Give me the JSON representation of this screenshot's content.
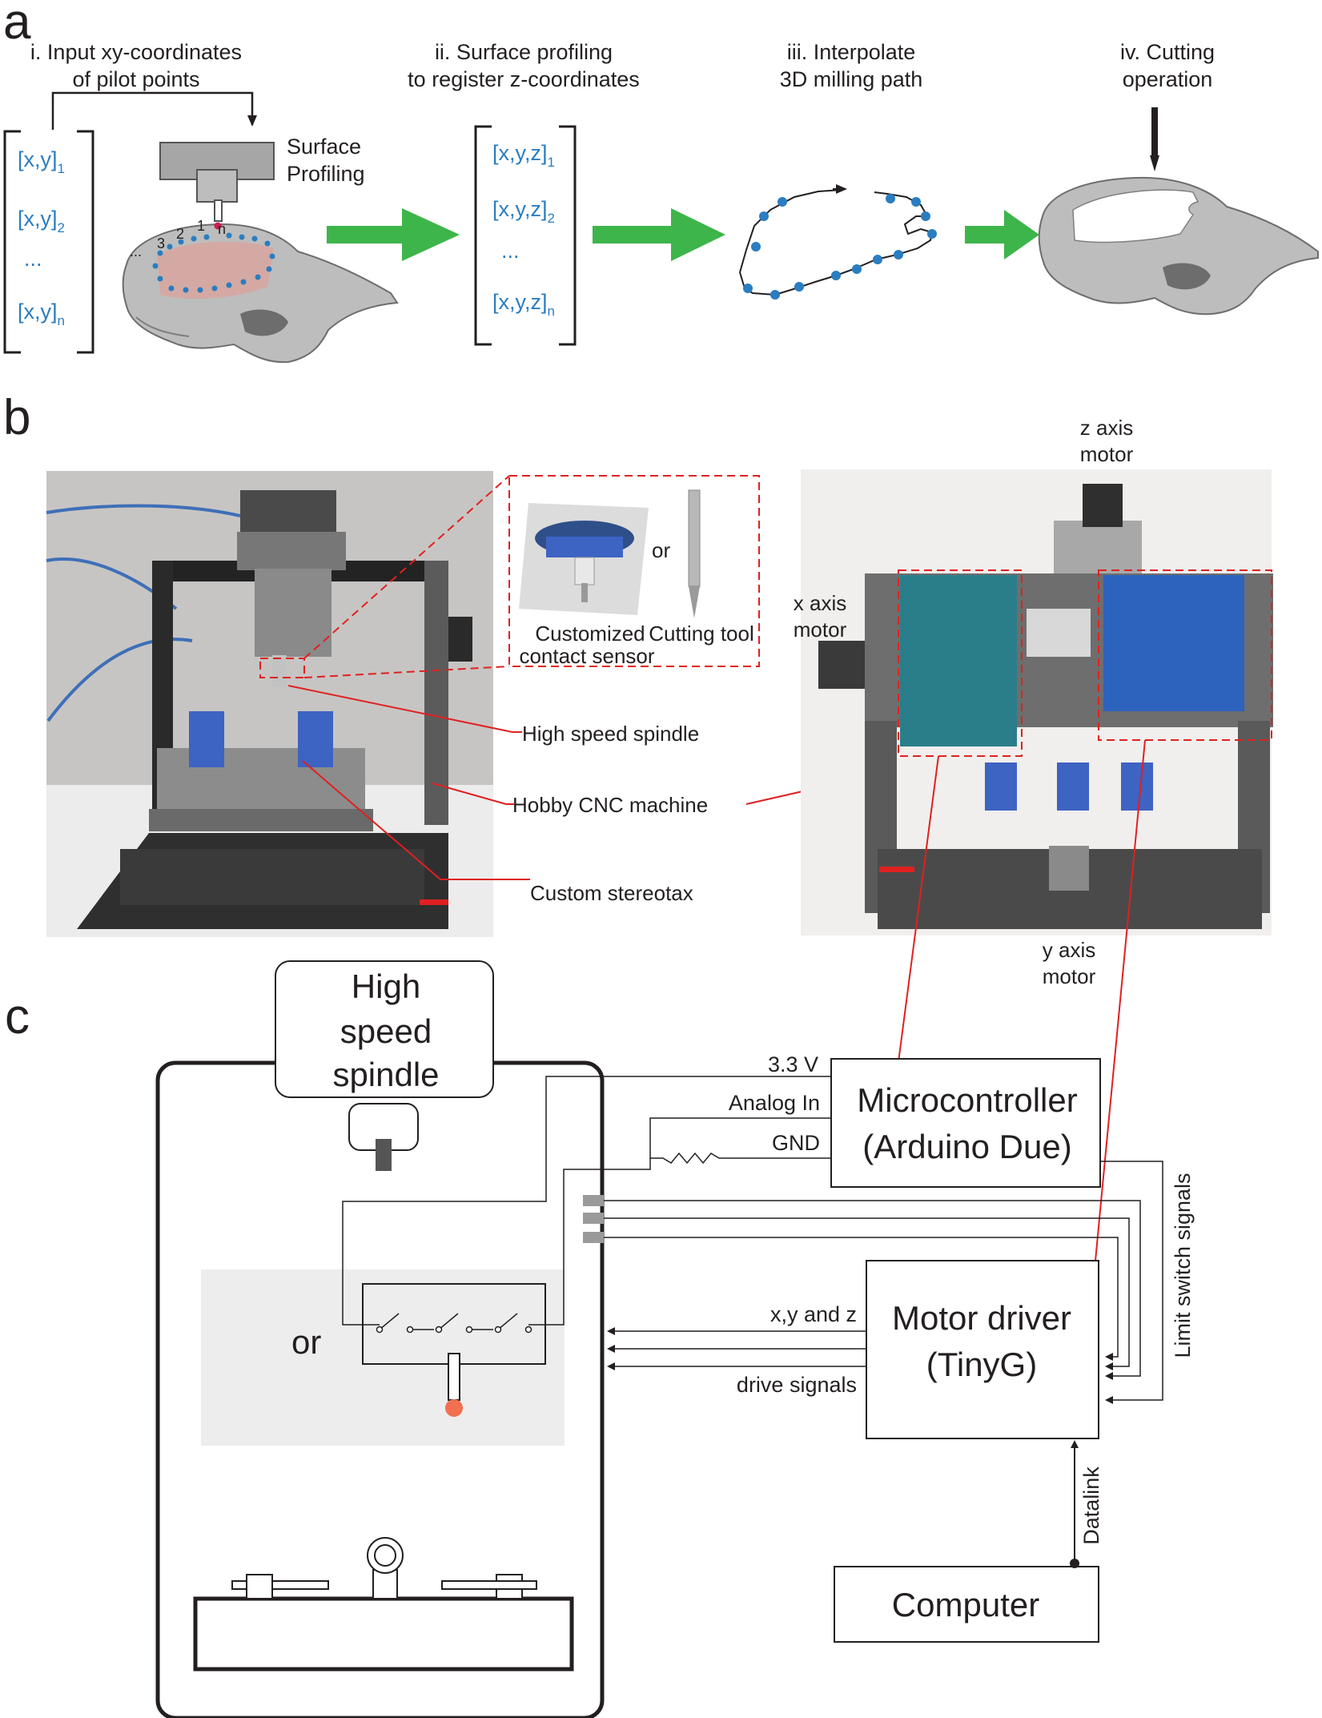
{
  "panel_a": {
    "letter": "a",
    "step1": [
      "i. Input xy-coordinates",
      "of pilot points"
    ],
    "step2": [
      "ii. Surface profiling",
      "to register z-coordinates"
    ],
    "step3": [
      "iii. Interpolate",
      "3D milling path"
    ],
    "step4": [
      "iv. Cutting",
      "operation"
    ],
    "surface_profiling": [
      "Surface",
      "Profiling"
    ],
    "matrix_xy": [
      "[x,y]",
      "[x,y]",
      "...",
      "[x,y]"
    ],
    "matrix_xy_subs": [
      "1",
      "2",
      "n"
    ],
    "matrix_xyz": [
      "[x,y,z]",
      "[x,y,z]",
      "...",
      "[x,y,z]"
    ],
    "matrix_xyz_subs": [
      "1",
      "2",
      "n"
    ],
    "point_labels": [
      "...",
      "3",
      "2",
      "1",
      "n"
    ]
  },
  "panel_b": {
    "letter": "b",
    "or": "or",
    "contact_sensor": [
      "Customized",
      "contact sensor"
    ],
    "cutting_tool": "Cutting tool",
    "spindle": "High speed spindle",
    "cnc": "Hobby CNC machine",
    "stereotax": "Custom stereotax",
    "z_motor": [
      "z axis",
      "motor"
    ],
    "x_motor": [
      "x axis",
      "motor"
    ],
    "y_motor": [
      "y axis",
      "motor"
    ]
  },
  "panel_c": {
    "letter": "c",
    "spindle": [
      "High",
      "speed",
      "spindle"
    ],
    "microcontroller": [
      "Microcontroller",
      "(Arduino Due)"
    ],
    "motor_driver": [
      "Motor driver",
      "(TinyG)"
    ],
    "computer": "Computer",
    "v33": "3.3 V",
    "analog_in": "Analog In",
    "gnd": "GND",
    "drive_signals": [
      "x,y and z",
      "drive signals"
    ],
    "limit_switch": "Limit switch signals",
    "datalink": "Datalink",
    "or": "or"
  },
  "colors": {
    "arrow_green": "#3db54a",
    "coord_blue": "#2a7dc0",
    "callout_red": "#e02020",
    "probe_tip": "#f07050"
  }
}
